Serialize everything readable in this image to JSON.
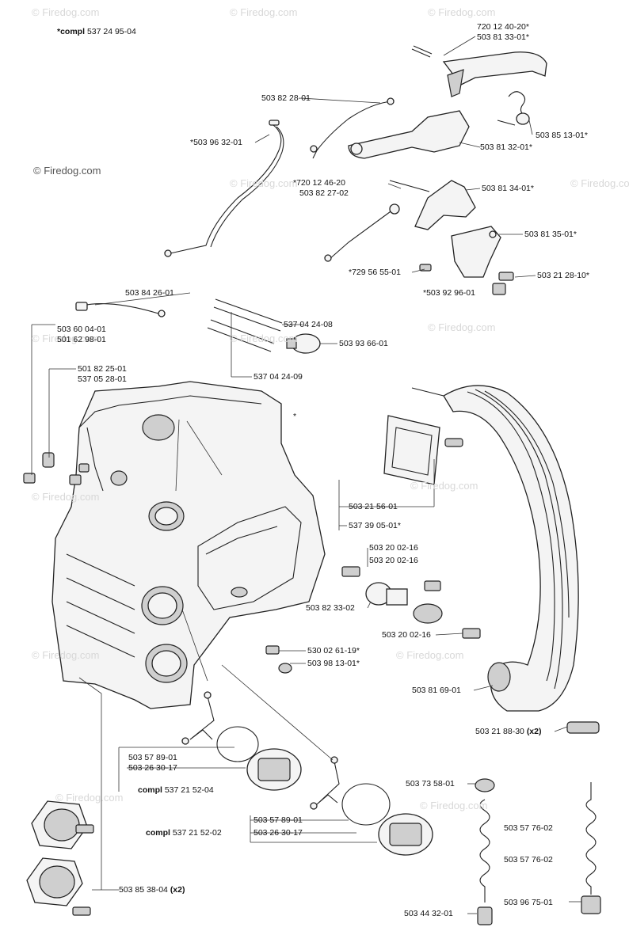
{
  "header": {
    "assembly_label_prefix": "*compl",
    "assembly_number": "537 24 95-04"
  },
  "watermarks": [
    "© Firedog.com",
    "© Firedog.com",
    "© Firedog.com",
    "© Firedog.com",
    "© Firedog.com",
    "© Firedog.com",
    "© Firedog.com",
    "© Firedog.com",
    "© Firedog.com",
    "© Firedog.com",
    "© Firedog.com",
    "© Firedog.com",
    "© Firedog.com",
    "© Firedog.com",
    "© Firedog.com"
  ],
  "callouts": [
    {
      "id": "c1",
      "text": "720 12 40-20*"
    },
    {
      "id": "c2",
      "text": "503 81 33-01*"
    },
    {
      "id": "c3",
      "text": "503 82 28-01"
    },
    {
      "id": "c4",
      "text": "503 85 13-01*"
    },
    {
      "id": "c5",
      "text": "*503 96 32-01"
    },
    {
      "id": "c6",
      "text": "503 81 32-01*"
    },
    {
      "id": "c7",
      "text": "*720 12 46-20"
    },
    {
      "id": "c8",
      "text": "503 82 27-02"
    },
    {
      "id": "c9",
      "text": "503 81 34-01*"
    },
    {
      "id": "c10",
      "text": "503 81 35-01*"
    },
    {
      "id": "c11",
      "text": "*729 56 55-01"
    },
    {
      "id": "c12",
      "text": "503 21 28-10*"
    },
    {
      "id": "c13",
      "text": "*503 92 96-01"
    },
    {
      "id": "c14",
      "text": "503 84 26-01"
    },
    {
      "id": "c15",
      "text": "537 04 24-08"
    },
    {
      "id": "c16",
      "text": "503 60 04-01"
    },
    {
      "id": "c17",
      "text": "501 62 98-01"
    },
    {
      "id": "c18",
      "text": "503 93 66-01"
    },
    {
      "id": "c19",
      "text": "501 82 25-01"
    },
    {
      "id": "c20",
      "text": "537 05 28-01"
    },
    {
      "id": "c21",
      "text": "537 04 24-09"
    },
    {
      "id": "c22",
      "text": "*"
    },
    {
      "id": "c23",
      "text": "503 21 56-01"
    },
    {
      "id": "c24",
      "text": "537 39 05-01*"
    },
    {
      "id": "c25",
      "text": "503 20 02-16"
    },
    {
      "id": "c26",
      "text": "503 20 02-16"
    },
    {
      "id": "c27",
      "text": "503 82 33-02"
    },
    {
      "id": "c28",
      "text": "503 20 02-16"
    },
    {
      "id": "c29",
      "text": "530 02 61-19*"
    },
    {
      "id": "c30",
      "text": "503 98 13-01*"
    },
    {
      "id": "c31",
      "text": "503 81 69-01"
    },
    {
      "id": "c32",
      "text": "503 21 88-30",
      "suffix": "(x2)"
    },
    {
      "id": "c33",
      "text": "503 57 89-01"
    },
    {
      "id": "c34",
      "text": "503 26 30-17"
    },
    {
      "id": "c35",
      "text": "537 21 52-04",
      "prefix": "compl"
    },
    {
      "id": "c36",
      "text": "503 73 58-01"
    },
    {
      "id": "c37",
      "text": "537 21 52-02",
      "prefix": "compl"
    },
    {
      "id": "c38",
      "text": "503 57 89-01"
    },
    {
      "id": "c39",
      "text": "503 26 30-17"
    },
    {
      "id": "c40",
      "text": "503 57 76-02"
    },
    {
      "id": "c41",
      "text": "503 57 76-02"
    },
    {
      "id": "c42",
      "text": "503 85 38-04",
      "suffix": "(x2)"
    },
    {
      "id": "c43",
      "text": "503 44 32-01"
    },
    {
      "id": "c44",
      "text": "503 96 75-01"
    }
  ]
}
